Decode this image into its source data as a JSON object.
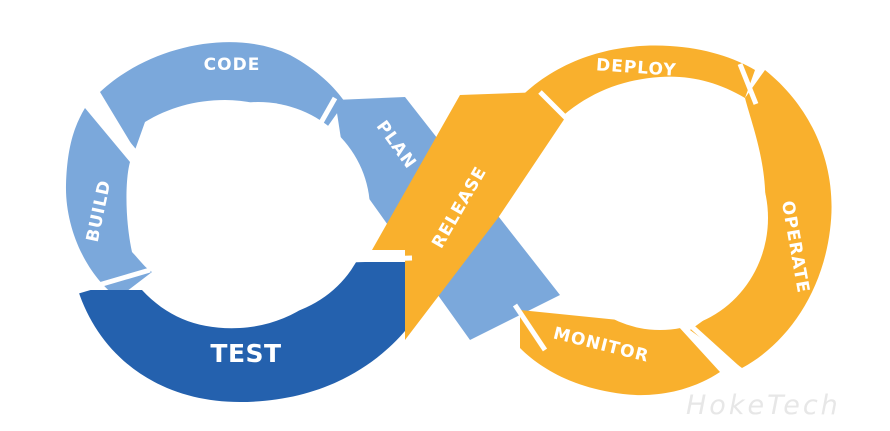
{
  "stages": {
    "plan": "PLAN",
    "code": "CODE",
    "build": "BUILD",
    "test": "TEST",
    "release": "RELEASE",
    "deploy": "DEPLOY",
    "operate": "OPERATE",
    "monitor": "MONITOR"
  },
  "watermark": "HokeTech",
  "colors": {
    "dev_light": "#7ba8db",
    "dev_dark": "#2461ae",
    "ops": "#f9b02d",
    "background": "#ffffff",
    "watermark": "#e7e7e7"
  }
}
